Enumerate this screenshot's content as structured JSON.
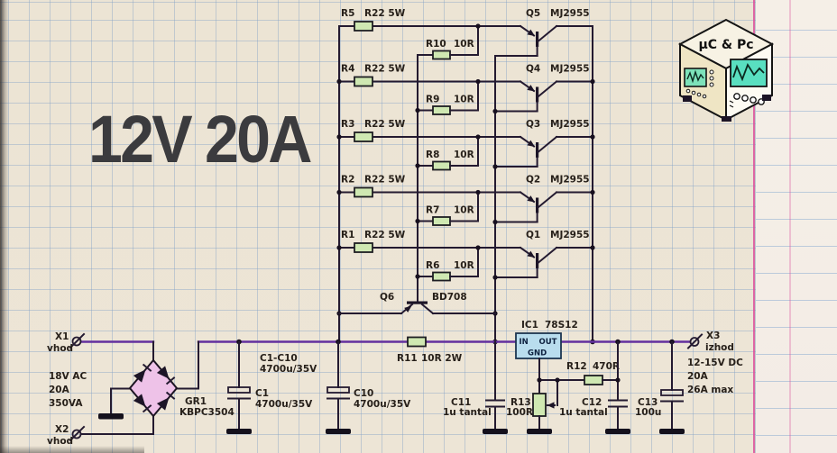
{
  "title": "12V 20A",
  "logo": {
    "label": "µC & Pc"
  },
  "pass_stages": [
    {
      "res_ref": "R5",
      "res_val": "R22 5W",
      "q_ref": "Q5",
      "q_val": "MJ2955"
    },
    {
      "res_ref": "R4",
      "res_val": "R22 5W",
      "q_ref": "Q4",
      "q_val": "MJ2955"
    },
    {
      "res_ref": "R3",
      "res_val": "R22 5W",
      "q_ref": "Q3",
      "q_val": "MJ2955"
    },
    {
      "res_ref": "R2",
      "res_val": "R22 5W",
      "q_ref": "Q2",
      "q_val": "MJ2955"
    },
    {
      "res_ref": "R1",
      "res_val": "R22 5W",
      "q_ref": "Q1",
      "q_val": "MJ2955"
    }
  ],
  "base_resistors": [
    {
      "ref": "R10",
      "val": "10R"
    },
    {
      "ref": "R9",
      "val": "10R"
    },
    {
      "ref": "R8",
      "val": "10R"
    },
    {
      "ref": "R7",
      "val": "10R"
    },
    {
      "ref": "R6",
      "val": "10R"
    }
  ],
  "driver": {
    "ref": "Q6",
    "val": "BD708"
  },
  "series_resistor": {
    "ref": "R11",
    "val": "10R 2W"
  },
  "regulator": {
    "ref": "IC1",
    "val": "78S12",
    "pin_in": "IN",
    "pin_out": "OUT",
    "pin_gnd": "GND"
  },
  "cap_bank_label": {
    "ref": "C1-C10",
    "val": "4700u/35V"
  },
  "caps": {
    "c1": {
      "ref": "C1",
      "val": "4700u/35V"
    },
    "c10": {
      "ref": "C10",
      "val": "4700u/35V"
    },
    "c11": {
      "ref": "C11",
      "val": "1u tantal"
    },
    "c12": {
      "ref": "C12",
      "val": "1u tantal"
    },
    "c13": {
      "ref": "C13",
      "val": "100u"
    }
  },
  "adjust": {
    "r12": {
      "ref": "R12",
      "val": "470R"
    },
    "r13": {
      "ref": "R13",
      "val": "100R"
    }
  },
  "bridge": {
    "ref": "GR1",
    "val": "KBPC3504"
  },
  "input": {
    "x1": {
      "ref": "X1",
      "label": "vhod"
    },
    "x2": {
      "ref": "X2",
      "label": "vhod"
    },
    "spec": [
      "18V AC",
      "20A",
      "350VA"
    ]
  },
  "output": {
    "x3": {
      "ref": "X3",
      "label": "izhod"
    },
    "spec": [
      "12-15V DC",
      "20A",
      "26A max"
    ]
  }
}
